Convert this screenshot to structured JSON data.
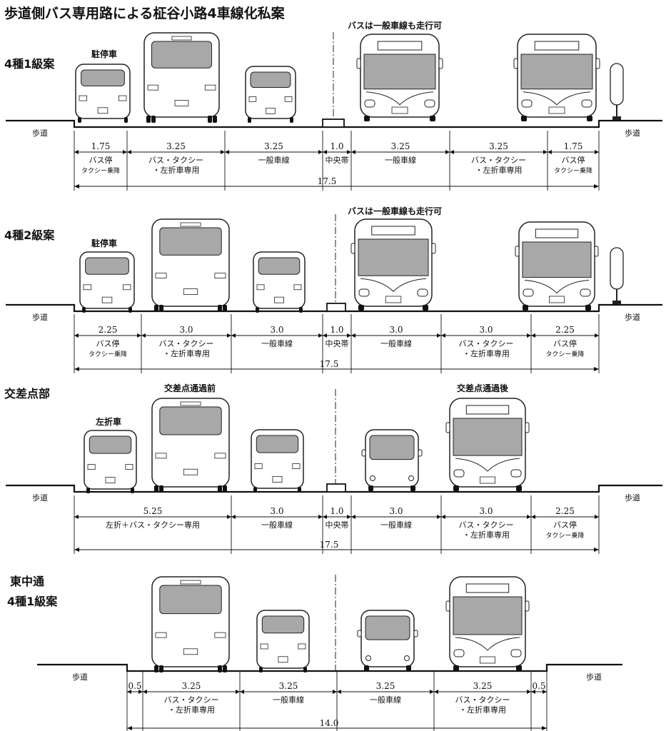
{
  "title": "歩道側バス専用路による柾谷小路4車線化私案",
  "sidewalk_label": "歩道",
  "sections": [
    {
      "id": "s1",
      "title": "4種1級案",
      "subtitle": "",
      "tags": [
        {
          "text": "駐停車"
        },
        {
          "text": "バスは一般車線も走行可"
        }
      ],
      "lanes": [
        {
          "width": "1.75",
          "line1": "バス停",
          "line2": "タクシー乗降"
        },
        {
          "width": "3.25",
          "line1": "バス・タクシー",
          "line2": "・左折車専用"
        },
        {
          "width": "3.25",
          "line1": "一般車線",
          "line2": ""
        },
        {
          "width": "1.0",
          "line1": "中央帯",
          "line2": ""
        },
        {
          "width": "3.25",
          "line1": "一般車線",
          "line2": ""
        },
        {
          "width": "3.25",
          "line1": "バス・タクシー",
          "line2": "・左折車専用"
        },
        {
          "width": "1.75",
          "line1": "バス停",
          "line2": "タクシー乗降"
        }
      ],
      "total": "17.5"
    },
    {
      "id": "s2",
      "title": "4種2級案",
      "subtitle": "",
      "tags": [
        {
          "text": "駐停車"
        },
        {
          "text": "バスは一般車線も走行可"
        }
      ],
      "lanes": [
        {
          "width": "2.25",
          "line1": "バス停",
          "line2": "タクシー乗降"
        },
        {
          "width": "3.0",
          "line1": "バス・タクシー",
          "line2": "・左折車専用"
        },
        {
          "width": "3.0",
          "line1": "一般車線",
          "line2": ""
        },
        {
          "width": "1.0",
          "line1": "中央帯",
          "line2": ""
        },
        {
          "width": "3.0",
          "line1": "一般車線",
          "line2": ""
        },
        {
          "width": "3.0",
          "line1": "バス・タクシー",
          "line2": "・左折車専用"
        },
        {
          "width": "2.25",
          "line1": "バス停",
          "line2": "タクシー乗降"
        }
      ],
      "total": "17.5"
    },
    {
      "id": "s3",
      "title": "交差点部",
      "subtitle": "",
      "tags": [
        {
          "text": "交差点通過前"
        },
        {
          "text": "左折車"
        },
        {
          "text": "交差点通過後"
        }
      ],
      "lanes": [
        {
          "width": "5.25",
          "line1": "左折＋バス・タクシー専用",
          "line2": ""
        },
        {
          "width": "3.0",
          "line1": "一般車線",
          "line2": ""
        },
        {
          "width": "1.0",
          "line1": "中央帯",
          "line2": ""
        },
        {
          "width": "3.0",
          "line1": "一般車線",
          "line2": ""
        },
        {
          "width": "3.0",
          "line1": "バス・タクシー",
          "line2": "・左折車専用"
        },
        {
          "width": "2.25",
          "line1": "バス停",
          "line2": "タクシー乗降"
        }
      ],
      "total": "17.5"
    },
    {
      "id": "s4",
      "title": "東中通",
      "subtitle": "4種1級案",
      "tags": [],
      "lanes": [
        {
          "width": "0.5",
          "line1": "",
          "line2": ""
        },
        {
          "width": "3.25",
          "line1": "バス・タクシー",
          "line2": "・左折車専用"
        },
        {
          "width": "3.25",
          "line1": "一般車線",
          "line2": ""
        },
        {
          "width": "3.25",
          "line1": "一般車線",
          "line2": ""
        },
        {
          "width": "3.25",
          "line1": "バス・タクシー",
          "line2": "・左折車専用"
        },
        {
          "width": "0.5",
          "line1": "",
          "line2": ""
        }
      ],
      "total": "14.0"
    }
  ]
}
